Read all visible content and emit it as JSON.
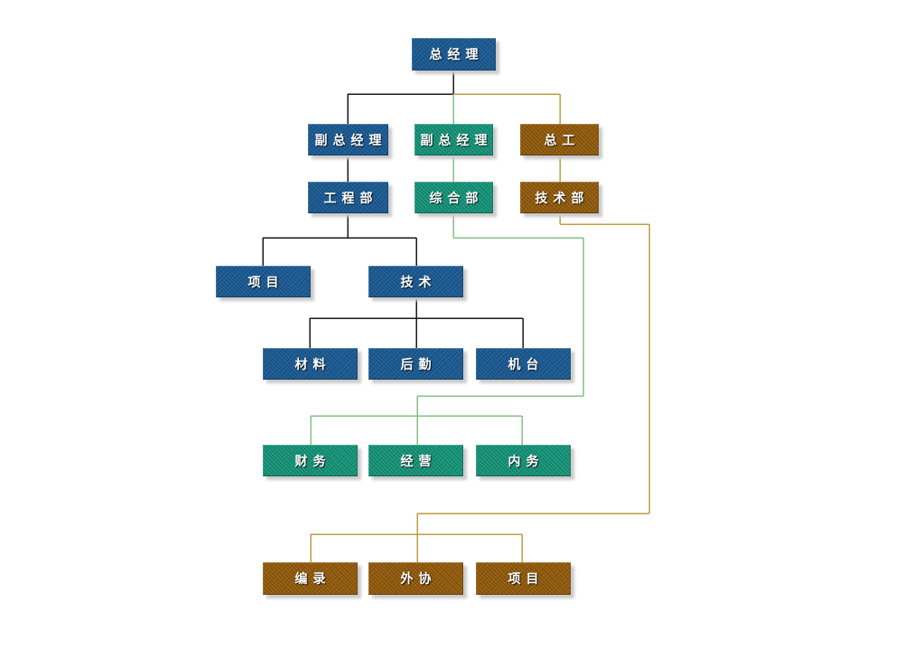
{
  "palette": {
    "background": "#ffffff",
    "blue": "#1d5e98",
    "teal": "#18997d",
    "brown": "#975f0e",
    "line_black": "#1a1a1a",
    "line_green": "#85c285",
    "line_gold": "#bf9c42",
    "shadow": "#c9c9c9",
    "text": "#ffffff"
  },
  "nodes": [
    {
      "id": "general-manager",
      "label": "总经理",
      "color": "blue"
    },
    {
      "id": "deputy-gm-1",
      "label": "副总经理",
      "color": "blue"
    },
    {
      "id": "deputy-gm-2",
      "label": "副总经理",
      "color": "teal"
    },
    {
      "id": "chief-engineer",
      "label": "总工",
      "color": "brown"
    },
    {
      "id": "engineering-dept",
      "label": "工程部",
      "color": "blue"
    },
    {
      "id": "general-affairs-dept",
      "label": "综合部",
      "color": "teal"
    },
    {
      "id": "technology-dept",
      "label": "技术部",
      "color": "brown"
    },
    {
      "id": "project-1",
      "label": "项目",
      "color": "blue"
    },
    {
      "id": "technology",
      "label": "技术",
      "color": "blue"
    },
    {
      "id": "materials",
      "label": "材料",
      "color": "blue"
    },
    {
      "id": "logistics",
      "label": "后勤",
      "color": "blue"
    },
    {
      "id": "machines",
      "label": "机台",
      "color": "blue"
    },
    {
      "id": "finance",
      "label": "财务",
      "color": "teal"
    },
    {
      "id": "operations",
      "label": "经营",
      "color": "teal"
    },
    {
      "id": "internal-affairs",
      "label": "内务",
      "color": "teal"
    },
    {
      "id": "recording",
      "label": "编录",
      "color": "brown"
    },
    {
      "id": "external-cooperation",
      "label": "外协",
      "color": "brown"
    },
    {
      "id": "project-2",
      "label": "项目",
      "color": "brown"
    }
  ],
  "edges": [
    {
      "from": "general-manager",
      "to": "deputy-gm-1",
      "line_color": "black"
    },
    {
      "from": "general-manager",
      "to": "deputy-gm-2",
      "line_color": "green"
    },
    {
      "from": "general-manager",
      "to": "chief-engineer",
      "line_color": "gold"
    },
    {
      "from": "deputy-gm-1",
      "to": "engineering-dept",
      "line_color": "black"
    },
    {
      "from": "deputy-gm-2",
      "to": "general-affairs-dept",
      "line_color": "green"
    },
    {
      "from": "chief-engineer",
      "to": "technology-dept",
      "line_color": "gold"
    },
    {
      "from": "engineering-dept",
      "to": "project-1",
      "line_color": "black"
    },
    {
      "from": "engineering-dept",
      "to": "technology",
      "line_color": "black"
    },
    {
      "from": "technology",
      "to": "materials",
      "line_color": "black"
    },
    {
      "from": "technology",
      "to": "logistics",
      "line_color": "black"
    },
    {
      "from": "technology",
      "to": "machines",
      "line_color": "black"
    },
    {
      "from": "general-affairs-dept",
      "to": "finance",
      "line_color": "green"
    },
    {
      "from": "general-affairs-dept",
      "to": "operations",
      "line_color": "green"
    },
    {
      "from": "general-affairs-dept",
      "to": "internal-affairs",
      "line_color": "green"
    },
    {
      "from": "technology-dept",
      "to": "recording",
      "line_color": "gold"
    },
    {
      "from": "technology-dept",
      "to": "external-cooperation",
      "line_color": "gold"
    },
    {
      "from": "technology-dept",
      "to": "project-2",
      "line_color": "gold"
    }
  ]
}
